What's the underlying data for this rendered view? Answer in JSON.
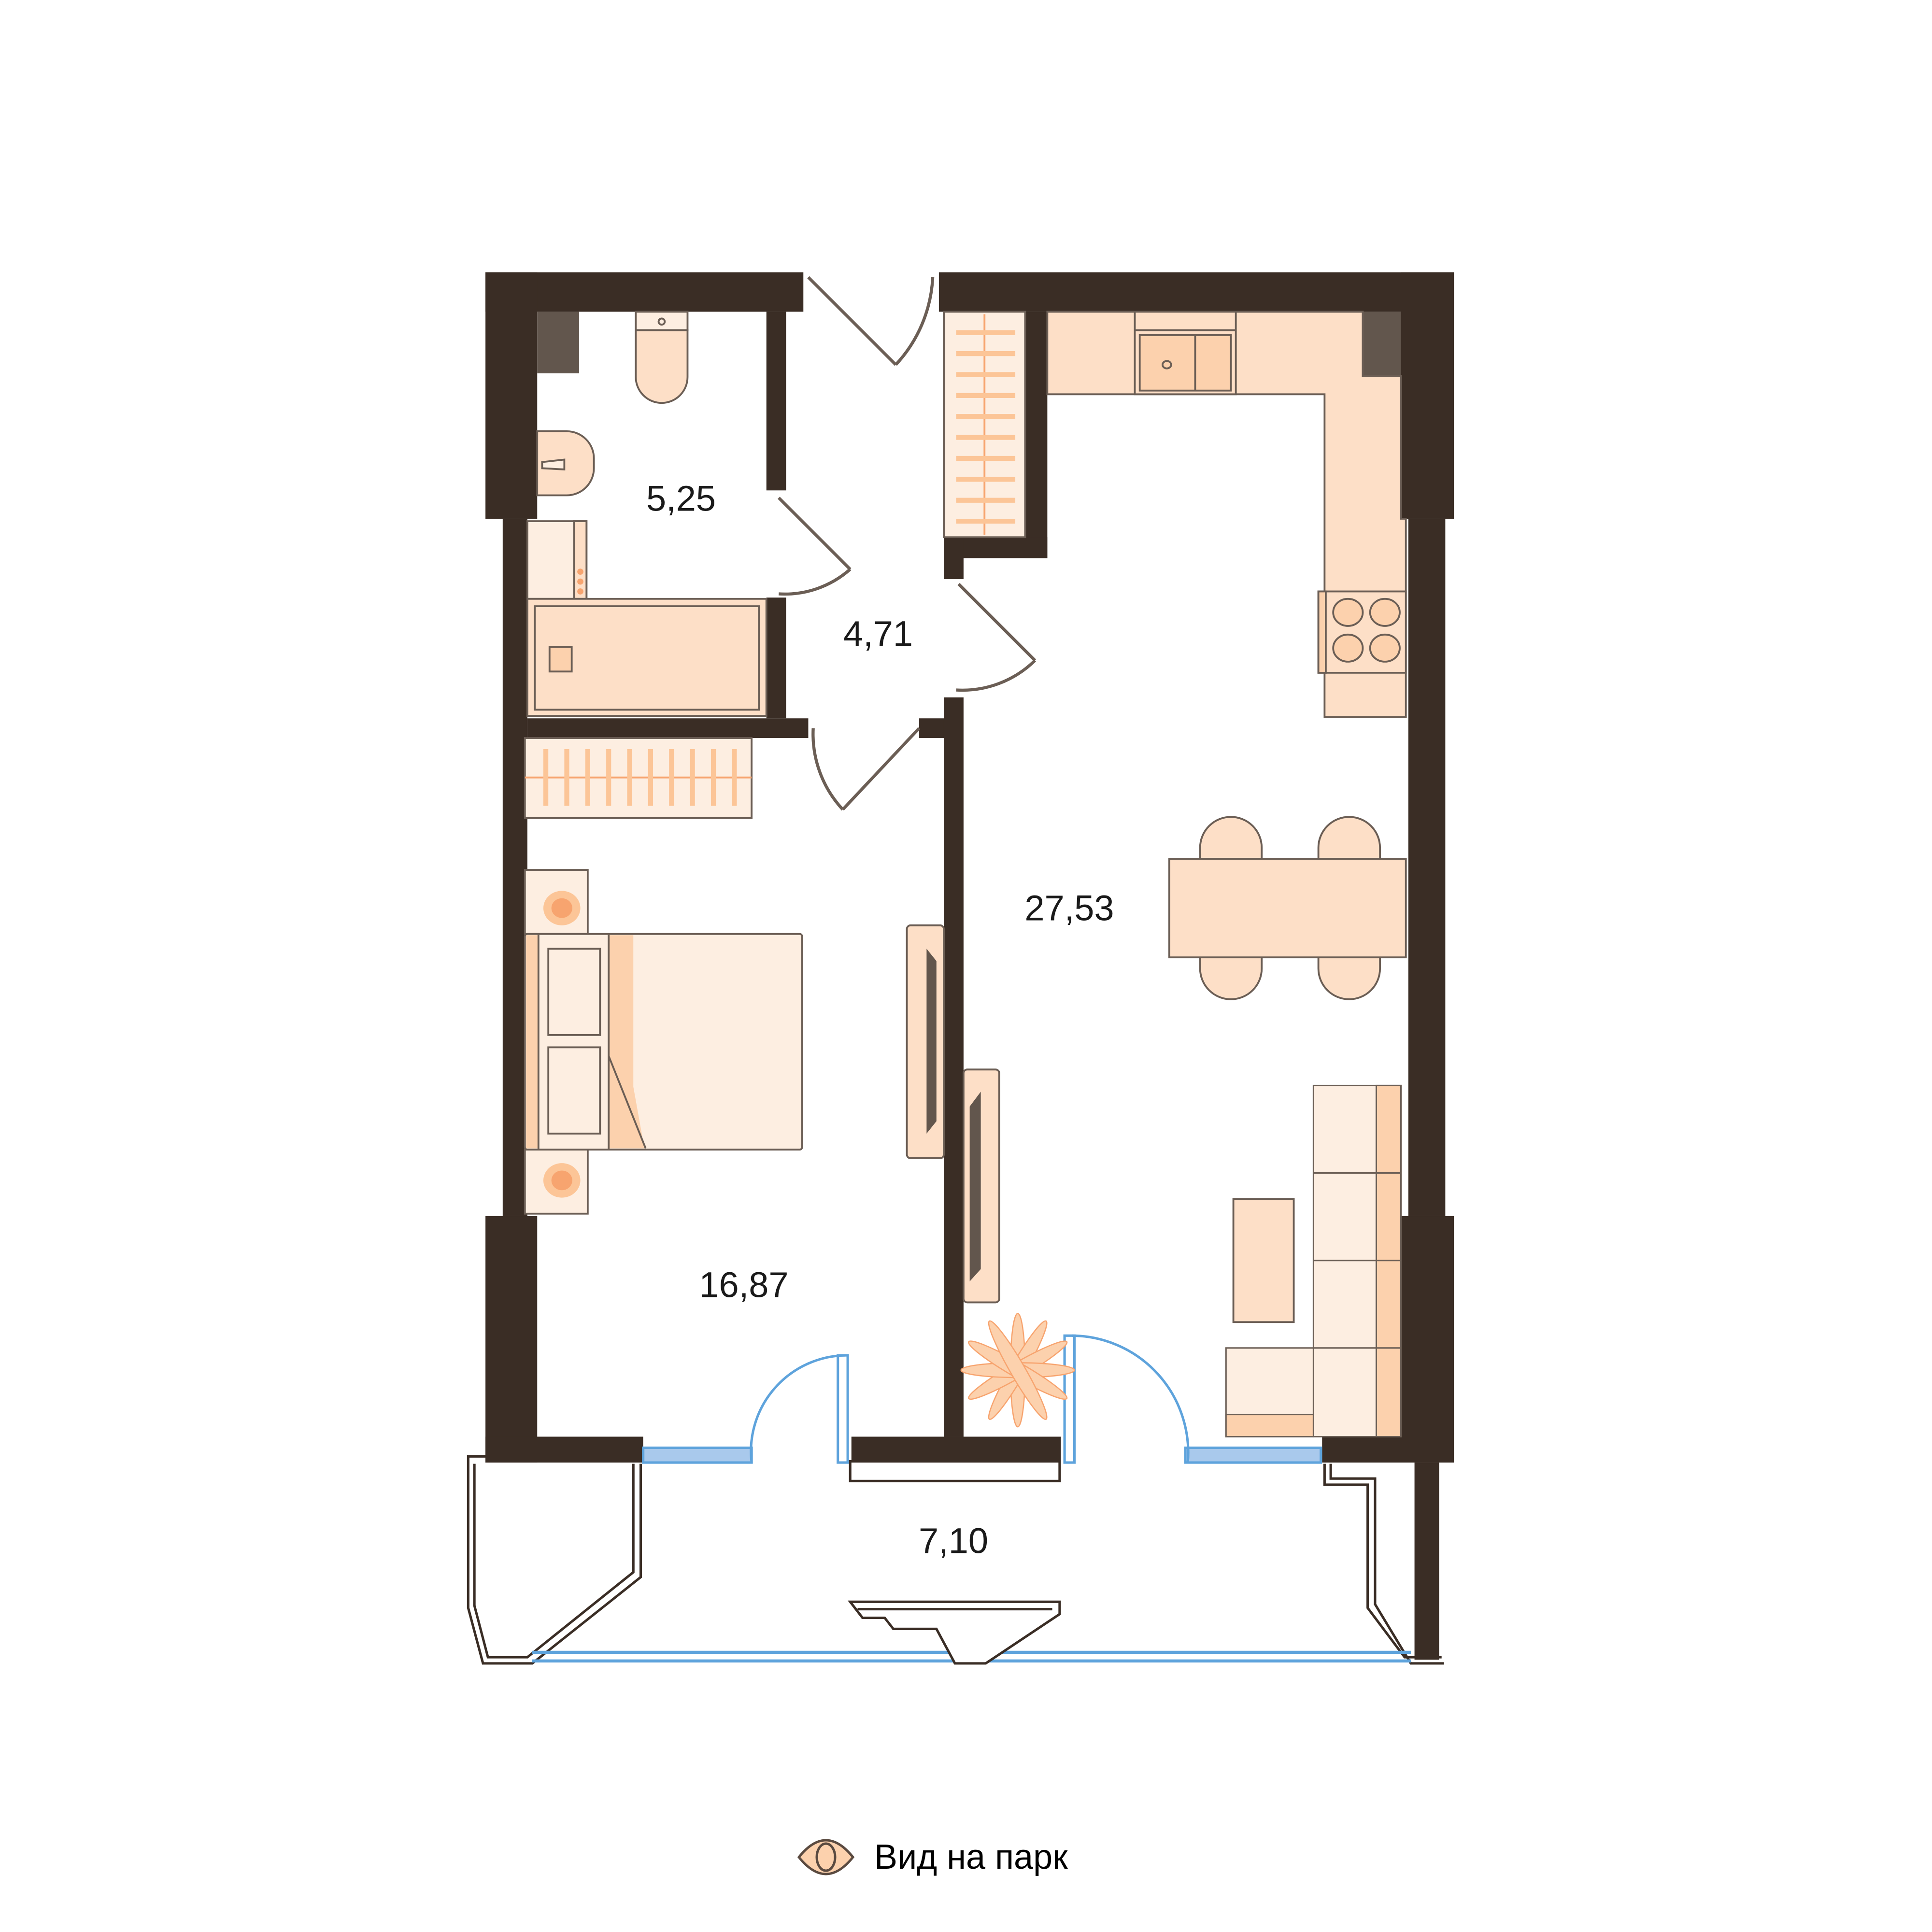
{
  "floorplan": {
    "rooms": [
      {
        "id": "bathroom",
        "area": "5,25"
      },
      {
        "id": "hallway",
        "area": "4,71"
      },
      {
        "id": "kitchen-living",
        "area": "27,53"
      },
      {
        "id": "bedroom",
        "area": "16,87"
      },
      {
        "id": "balcony",
        "area": "7,10"
      }
    ]
  },
  "legend": {
    "icon": "eye-icon",
    "label": "Вид на парк"
  },
  "colors": {
    "wall": "#3a2d25",
    "column": "#62564d",
    "furniture_light": "#fdeee1",
    "furniture_mid": "#fddfc7",
    "furniture_accent": "#fcd1ad",
    "orange": "#f7a46f",
    "outline": "#6b5e55",
    "window": "#5ea3dc",
    "window_fill": "#a9c9ec"
  }
}
